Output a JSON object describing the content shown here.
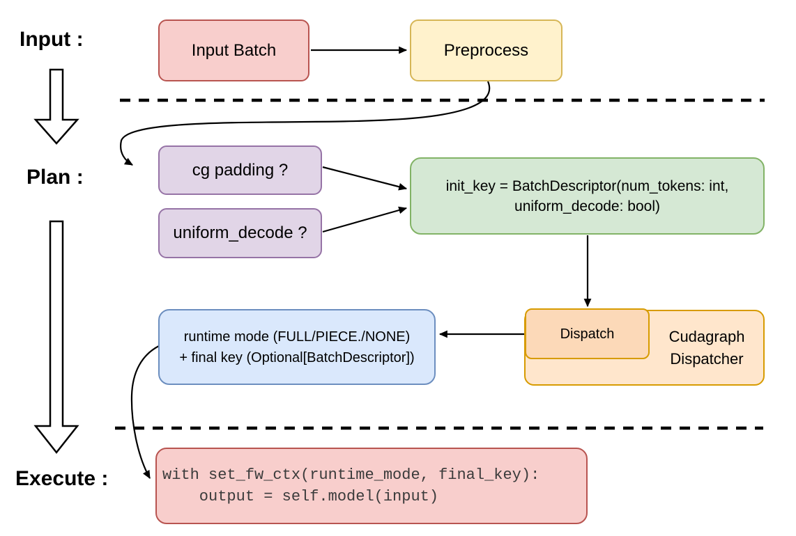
{
  "sections": {
    "input_label": "Input :",
    "plan_label": "Plan :",
    "execute_label": "Execute :"
  },
  "nodes": {
    "input_batch": {
      "label": "Input Batch"
    },
    "preprocess": {
      "label": "Preprocess"
    },
    "cg_padding": {
      "label": "cg padding ?"
    },
    "uniform_decode": {
      "label": "uniform_decode ?"
    },
    "init_key": {
      "line1": "init_key = BatchDescriptor(num_tokens: int,",
      "line2": "uniform_decode: bool)"
    },
    "dispatch": {
      "label": "Dispatch"
    },
    "cudagraph_dispatcher": {
      "line1": "Cudagraph",
      "line2": "Dispatcher"
    },
    "runtime_mode": {
      "line1": "runtime mode (FULL/PIECE./NONE)",
      "line2": "+ final key (Optional[BatchDescriptor])"
    },
    "execute_code": {
      "line1": "with set_fw_ctx(runtime_mode, final_key):",
      "line2": "    output = self.model(input)"
    }
  },
  "colors": {
    "red_fill": "#f8cecc",
    "red_stroke": "#b85450",
    "yellow_fill": "#fff2cc",
    "yellow_stroke": "#d6b656",
    "purple_fill": "#e1d5e7",
    "purple_stroke": "#9673a6",
    "green_fill": "#d5e8d4",
    "green_stroke": "#82b366",
    "blue_fill": "#dae8fc",
    "blue_stroke": "#6c8ebf",
    "orange_fill": "#ffe6cc",
    "orange_stroke": "#d79b00",
    "dispatch_fill": "#fcd9b8",
    "connector_color": "#000000",
    "code_text_color": "#3b3b3b"
  }
}
